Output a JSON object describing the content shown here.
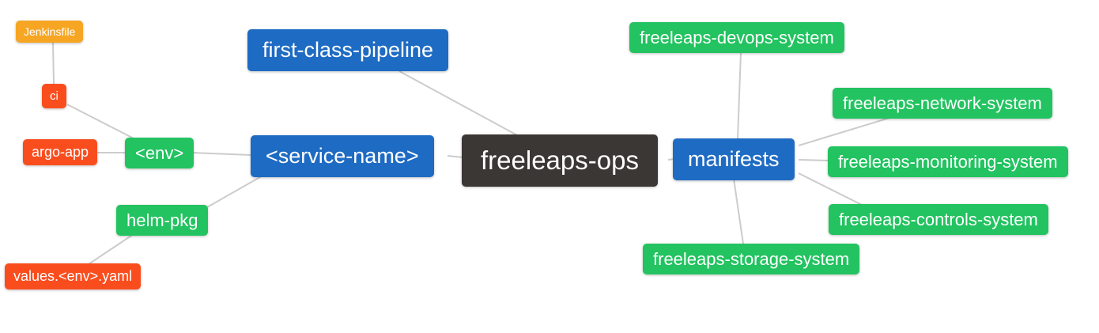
{
  "diagram": {
    "type": "mindmap",
    "root_label": "freeleaps-ops",
    "palette": {
      "root": "#3b3734",
      "level1_blue": "#1e6bc3",
      "level2_green": "#22c360",
      "level3_red": "#fa4d1e",
      "level4_orange": "#f6a623",
      "edge": "#cccccc",
      "text": "#ffffff",
      "background": "#ffffff"
    },
    "nodes": {
      "root": {
        "label": "freeleaps-ops"
      },
      "first_class_pipeline": {
        "label": "first-class-pipeline"
      },
      "service_name": {
        "label": "<service-name>"
      },
      "manifests": {
        "label": "manifests"
      },
      "env": {
        "label": "<env>"
      },
      "helm_pkg": {
        "label": "helm-pkg"
      },
      "ci": {
        "label": "ci"
      },
      "argo_app": {
        "label": "argo-app"
      },
      "jenkinsfile": {
        "label": "Jenkinsfile"
      },
      "values_env_yaml": {
        "label": "values.<env>.yaml"
      },
      "devops_system": {
        "label": "freeleaps-devops-system"
      },
      "network_system": {
        "label": "freeleaps-network-system"
      },
      "monitoring_system": {
        "label": "freeleaps-monitoring-system"
      },
      "controls_system": {
        "label": "freeleaps-controls-system"
      },
      "storage_system": {
        "label": "freeleaps-storage-system"
      }
    },
    "edges": [
      [
        "jenkinsfile",
        "ci"
      ],
      [
        "ci",
        "env"
      ],
      [
        "argo_app",
        "env"
      ],
      [
        "env",
        "service_name"
      ],
      [
        "helm_pkg",
        "service_name"
      ],
      [
        "values_env_yaml",
        "helm_pkg"
      ],
      [
        "first_class_pipeline",
        "root"
      ],
      [
        "service_name",
        "root"
      ],
      [
        "root",
        "manifests"
      ],
      [
        "manifests",
        "devops_system"
      ],
      [
        "manifests",
        "network_system"
      ],
      [
        "manifests",
        "monitoring_system"
      ],
      [
        "manifests",
        "controls_system"
      ],
      [
        "manifests",
        "storage_system"
      ]
    ]
  }
}
